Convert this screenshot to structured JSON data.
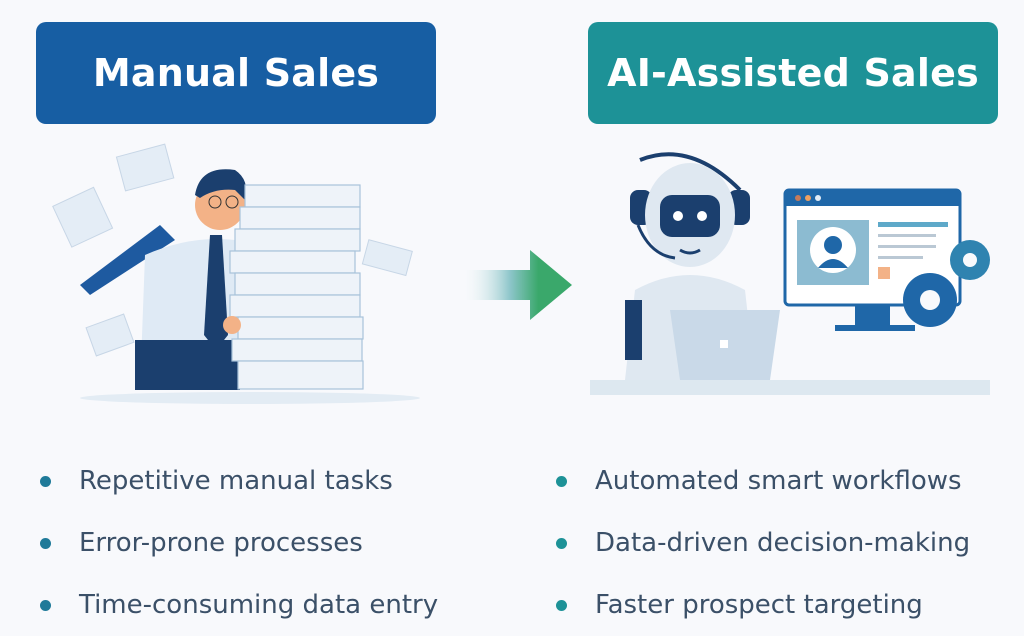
{
  "left": {
    "title": "Manual Sales",
    "color": "#175ea3",
    "illustration": "stressed-man-with-paper-stack",
    "points": [
      "Repetitive manual tasks",
      "Error-prone processes",
      "Time-consuming data entry"
    ]
  },
  "right": {
    "title": "AI-Assisted Sales",
    "color": "#1d9297",
    "illustration": "robot-with-laptop-and-monitor",
    "points": [
      "Automated smart workflows",
      "Data-driven decision-making",
      "Faster prospect targeting"
    ]
  },
  "transition": {
    "icon": "arrow-right-icon",
    "color": "#3aa86b"
  }
}
